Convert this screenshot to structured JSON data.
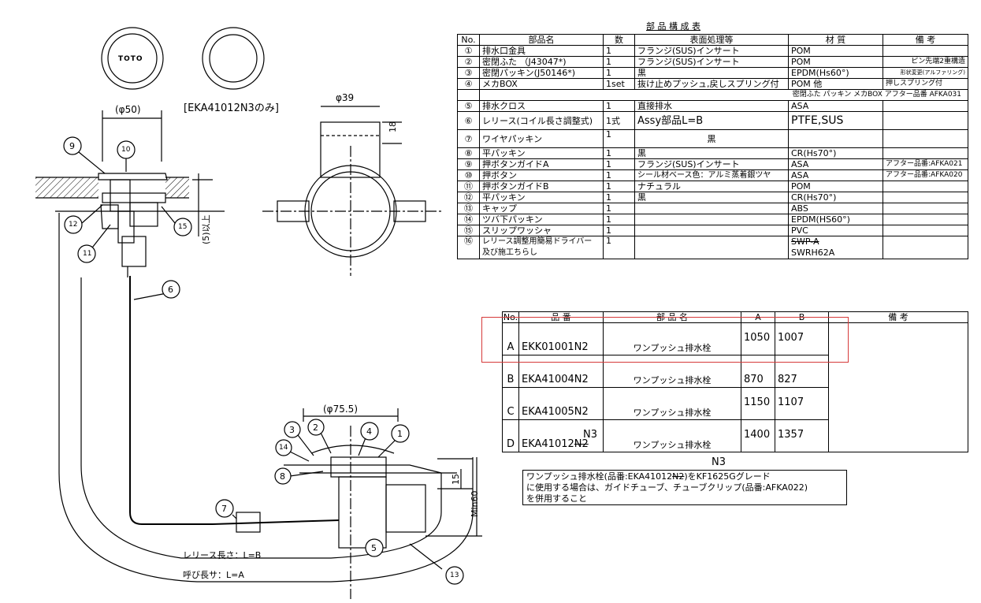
{
  "parts_table": {
    "title": "部 品 構 成 表",
    "headers": {
      "no": "No.",
      "name": "部品名",
      "qty": "数",
      "finish": "表面処理等",
      "material": "材 質",
      "remarks": "備 考"
    },
    "rows": [
      {
        "no": "①",
        "name": "排水口金具",
        "qty": "1",
        "finish": "フランジ(SUS)インサート",
        "material": "POM",
        "remarks": ""
      },
      {
        "no": "②",
        "name": "密閉ふた （J43047*)",
        "qty": "1",
        "finish": "フランジ(SUS)インサート",
        "material": "POM",
        "remarks": "ピン先端2重構造"
      },
      {
        "no": "③",
        "name": "密閉パッキン(J50146*)",
        "qty": "1",
        "finish": "黒",
        "material": "EPDM(Hs60°)",
        "remarks": "形状変更(アルファリング)"
      },
      {
        "no": "④",
        "name": "メカBOX",
        "qty": "1set",
        "finish": "抜け止めプッシュ,戻しスプリング付",
        "material": "POM 他",
        "remarks": "押しスプリング付"
      },
      {
        "no": "",
        "wide": "密閉ふた パッキン メカBOX アフター品番 AFKA031"
      },
      {
        "no": "⑤",
        "name": "排水クロス",
        "qty": "1",
        "finish": "直接排水",
        "material": "ASA",
        "remarks": ""
      },
      {
        "no": "⑥",
        "name": "レリース(コイル長さ調整式)",
        "qty": "1式",
        "finish": "Assy部品L=B",
        "material": "PTFE,SUS",
        "remarks": ""
      },
      {
        "no": "⑦",
        "name": "ワイヤパッキン",
        "qty": "1",
        "finish": "黒",
        "material": "",
        "remarks": ""
      },
      {
        "no": "⑧",
        "name": "平パッキン",
        "qty": "1",
        "finish": "黒",
        "material": "CR(Hs70°)",
        "remarks": ""
      },
      {
        "no": "⑨",
        "name": "押ボタンガイドA",
        "qty": "1",
        "finish": "フランジ(SUS)インサート",
        "material": "ASA",
        "remarks": "アフター品番:AFKA021"
      },
      {
        "no": "⑩",
        "name": "押ボタン",
        "qty": "1",
        "finish": "シール材ベース色：アルミ蒸着銀ツヤ",
        "material": "ASA",
        "remarks": "アフター品番:AFKA020"
      },
      {
        "no": "⑪",
        "name": "押ボタンガイドB",
        "qty": "1",
        "finish": "ナチュラル",
        "material": "POM",
        "remarks": ""
      },
      {
        "no": "⑫",
        "name": "平パッキン",
        "qty": "1",
        "finish": "黒",
        "material": "CR(Hs70°)",
        "remarks": ""
      },
      {
        "no": "⑬",
        "name": "キャップ",
        "qty": "1",
        "finish": "",
        "material": "ABS",
        "remarks": ""
      },
      {
        "no": "⑭",
        "name": "ツバ下パッキン",
        "qty": "1",
        "finish": "",
        "material": "EPDM(HS60°)",
        "remarks": ""
      },
      {
        "no": "⑮",
        "name": "スリップワッシャ",
        "qty": "1",
        "finish": "",
        "material": "PVC",
        "remarks": ""
      },
      {
        "no": "⑯",
        "name": "レリース調整用簡易ドライバー",
        "name2": "及び施工ちらし",
        "qty": "1",
        "finish": "",
        "material": "SWP-A",
        "material2": "SWRH62A",
        "remarks": ""
      }
    ]
  },
  "variants_table": {
    "headers": {
      "no": "No.",
      "part_no": "品 番",
      "name": "部 品 名",
      "a": "A",
      "b": "B",
      "remarks": "備 考"
    },
    "rows": [
      {
        "no": "A",
        "part_no": "EKK01001N2",
        "name": "ワンプッシュ排水栓",
        "a": "1050",
        "b": "1007"
      },
      {
        "no": "B",
        "part_no": "EKA41004N2",
        "name": "ワンプッシュ排水栓",
        "a": "870",
        "b": "827"
      },
      {
        "no": "C",
        "part_no": "EKA41005N2",
        "name": "ワンプッシュ排水栓",
        "a": "1150",
        "b": "1107"
      },
      {
        "no": "D",
        "part_no_prefix": "EKA41012",
        "part_no_struck": "N2",
        "part_no_rev": "N3",
        "name": "ワンプッシュ排水栓",
        "a": "1400",
        "b": "1357"
      }
    ]
  },
  "note": {
    "tag": "N3",
    "line1_a": "ワンプッシュ排水栓(品番:EKA41012",
    "line1_struck": "N2",
    "line1_b": ")をKF1625Gグレード",
    "line2": "に使用する場合は、ガイドチューブ、チューブクリップ(品番:AFKA022)",
    "line3": "を併用すること"
  },
  "drawing": {
    "brand": "TOTO",
    "only_label": "EKA41012N3のみ",
    "dim_50": "(φ50)",
    "dim_39": "φ39",
    "dim_18": "18",
    "dim_5": "(5)以上",
    "dim_75": "(φ75.5)",
    "dim_15": "15",
    "dim_min60": "Min60",
    "release_len": "レリース長さ：L=B",
    "nominal_len": "呼び長サ：L=A",
    "balloons": [
      "1",
      "2",
      "3",
      "4",
      "5",
      "6",
      "7",
      "8",
      "9",
      "10",
      "11",
      "12",
      "13",
      "14",
      "15"
    ]
  },
  "colors": {
    "highlight": "#d63a3a"
  }
}
